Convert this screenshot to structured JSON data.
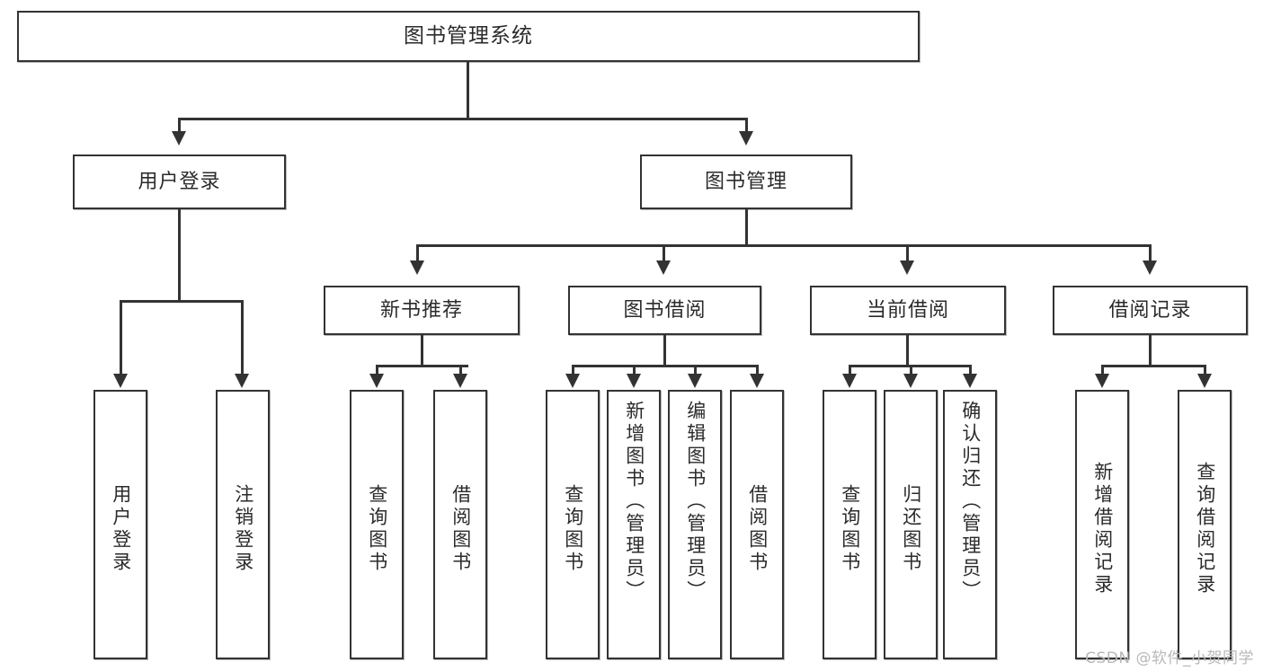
{
  "diagram": {
    "title": "图书管理系统",
    "type": "tree-hierarchy",
    "watermark": "CSDN @软件_小贺同学",
    "root": {
      "label": "图书管理系统"
    },
    "level2": [
      {
        "label": "用户登录"
      },
      {
        "label": "图书管理"
      }
    ],
    "level3": [
      {
        "label": "新书推荐"
      },
      {
        "label": "图书借阅"
      },
      {
        "label": "当前借阅"
      },
      {
        "label": "借阅记录"
      }
    ],
    "leaves": {
      "user_login": [
        {
          "label": "用户登录"
        },
        {
          "label": "注销登录"
        }
      ],
      "new_book_recommend": [
        {
          "label": "查询图书"
        },
        {
          "label": "借阅图书"
        }
      ],
      "book_borrow": [
        {
          "label": "查询图书"
        },
        {
          "label": "新增图书（管理员）"
        },
        {
          "label": "编辑图书（管理员）"
        },
        {
          "label": "借阅图书"
        }
      ],
      "current_borrow": [
        {
          "label": "查询图书"
        },
        {
          "label": "归还图书"
        },
        {
          "label": "确认归还（管理员）"
        }
      ],
      "borrow_record": [
        {
          "label": "新增借阅记录"
        },
        {
          "label": "查询借阅记录"
        }
      ]
    },
    "colors": {
      "border": "#333333",
      "text": "#2b2b2b",
      "background": "#ffffff",
      "watermark": "#b8b8b8"
    }
  }
}
